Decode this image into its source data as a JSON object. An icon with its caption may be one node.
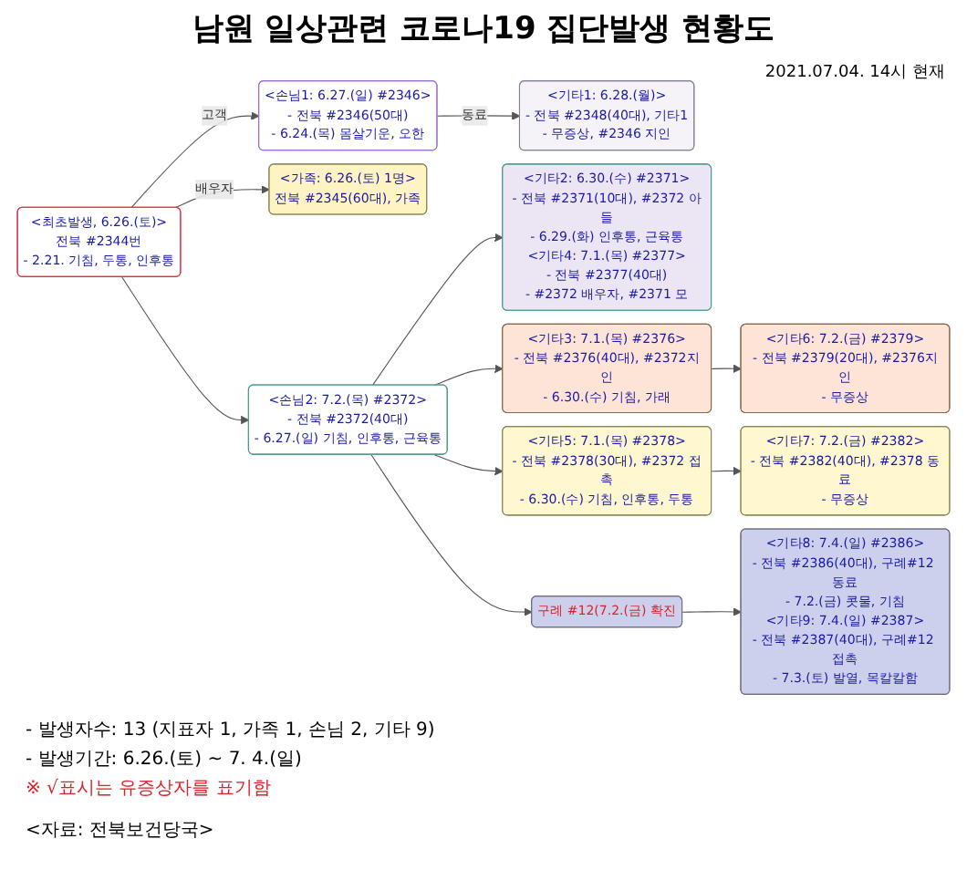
{
  "diagram": {
    "title": "남원 일상관련 코로나19 집단발생 현황도",
    "nodes": [
      {
        "text": [
          "<최초발생, 6.26.(토)>",
          "전북 #2344번",
          "- 2.21. 기침, 두통, 인후통"
        ]
      },
      {
        "text": [
          "<손님1: 6.27.(일) #2346>",
          "- 전북 #2346(50대)",
          "- 6.24.(목) 몸살기운, 오한"
        ]
      },
      {
        "text": [
          "<기타1: 6.28.(월)>",
          "- 전북 #2348(40대), 기타1",
          "- 무증상, #2346 지인"
        ]
      },
      {
        "text": [
          "<기타2: 6.30.(수) #2371>",
          "- 전북 #2371(10대), #2372 아들",
          "- 6.29.(화) 인후통, 근육통",
          "<기타4: 7.1.(목) #2377>",
          "- 전북 #2377(40대)",
          "- #2372 배우자, #2371 모"
        ]
      },
      {
        "text": [
          "<가족: 6.26.(토) 1명>",
          "전북 #2345(60대), 가족"
        ]
      },
      {
        "text": [
          "<손님2: 7.2.(목) #2372>",
          "- 전북 #2372(40대)",
          "- 6.27.(일) 기침, 인후통, 근육통"
        ]
      },
      {
        "text": [
          "<기타3: 7.1.(목) #2376>",
          "- 전북 #2376(40대), #2372지인",
          "- 6.30.(수) 기침, 가래"
        ]
      },
      {
        "text": [
          "<기타6: 7.2.(금) #2379>",
          "- 전북 #2379(20대), #2376지인",
          "- 무증상"
        ]
      },
      {
        "text": [
          "<기타5: 7.1.(목) #2378>",
          "- 전북 #2378(30대), #2372 접촉",
          "- 6.30.(수) 기침, 인후통, 두통"
        ]
      },
      {
        "text": [
          "<기타7: 7.2.(금) #2382>",
          "- 전북 #2382(40대), #2378 동료",
          "- 무증상"
        ]
      },
      {
        "text": [
          "구례 #12(7.2.(금) 확진"
        ]
      },
      {
        "text": [
          "<기타8: 7.4.(일) #2386>",
          "- 전북 #2386(40대), 구례#12 동료",
          "- 7.2.(금) 콧물, 기침",
          "<기타9: 7.4.(일) #2387>",
          "- 전북 #2387(40대), 구례#12 접촉",
          "- 7.3.(토) 발열, 목칼칼함"
        ]
      }
    ],
    "edges": [
      {
        "from": 0,
        "to": 1,
        "arrow": "to",
        "label": "고객"
      },
      {
        "from": 1,
        "to": 2,
        "arrow": "to",
        "label": "동료"
      },
      {
        "from": 0,
        "to": 4,
        "arrow": "to",
        "label": "배우자"
      },
      {
        "from": 0,
        "to": 5,
        "arrow": "to"
      },
      {
        "from": 5,
        "to": 3,
        "arrow": "to"
      },
      {
        "from": 5,
        "to": 6,
        "arrow": "to"
      },
      {
        "from": 5,
        "to": 8,
        "arrow": "to"
      },
      {
        "from": 5,
        "to": 10,
        "arrow": "to"
      },
      {
        "from": 6,
        "to": 7,
        "arrow": "to"
      },
      {
        "from": 8,
        "to": 9,
        "arrow": "to"
      },
      {
        "from": 10,
        "to": 11,
        "arrow": "to"
      }
    ],
    "labels": [
      "2021.07.04. 14시 현재",
      "- 발생자수: 13 (지표자 1, 가족 1, 손님 2, 기타 9)",
      "- 발생기간: 6.26.(토) ~ 7. 4.(일)",
      "※ √표시는 유증상자를 표기함",
      "<자료: 전북보건당국>"
    ]
  }
}
